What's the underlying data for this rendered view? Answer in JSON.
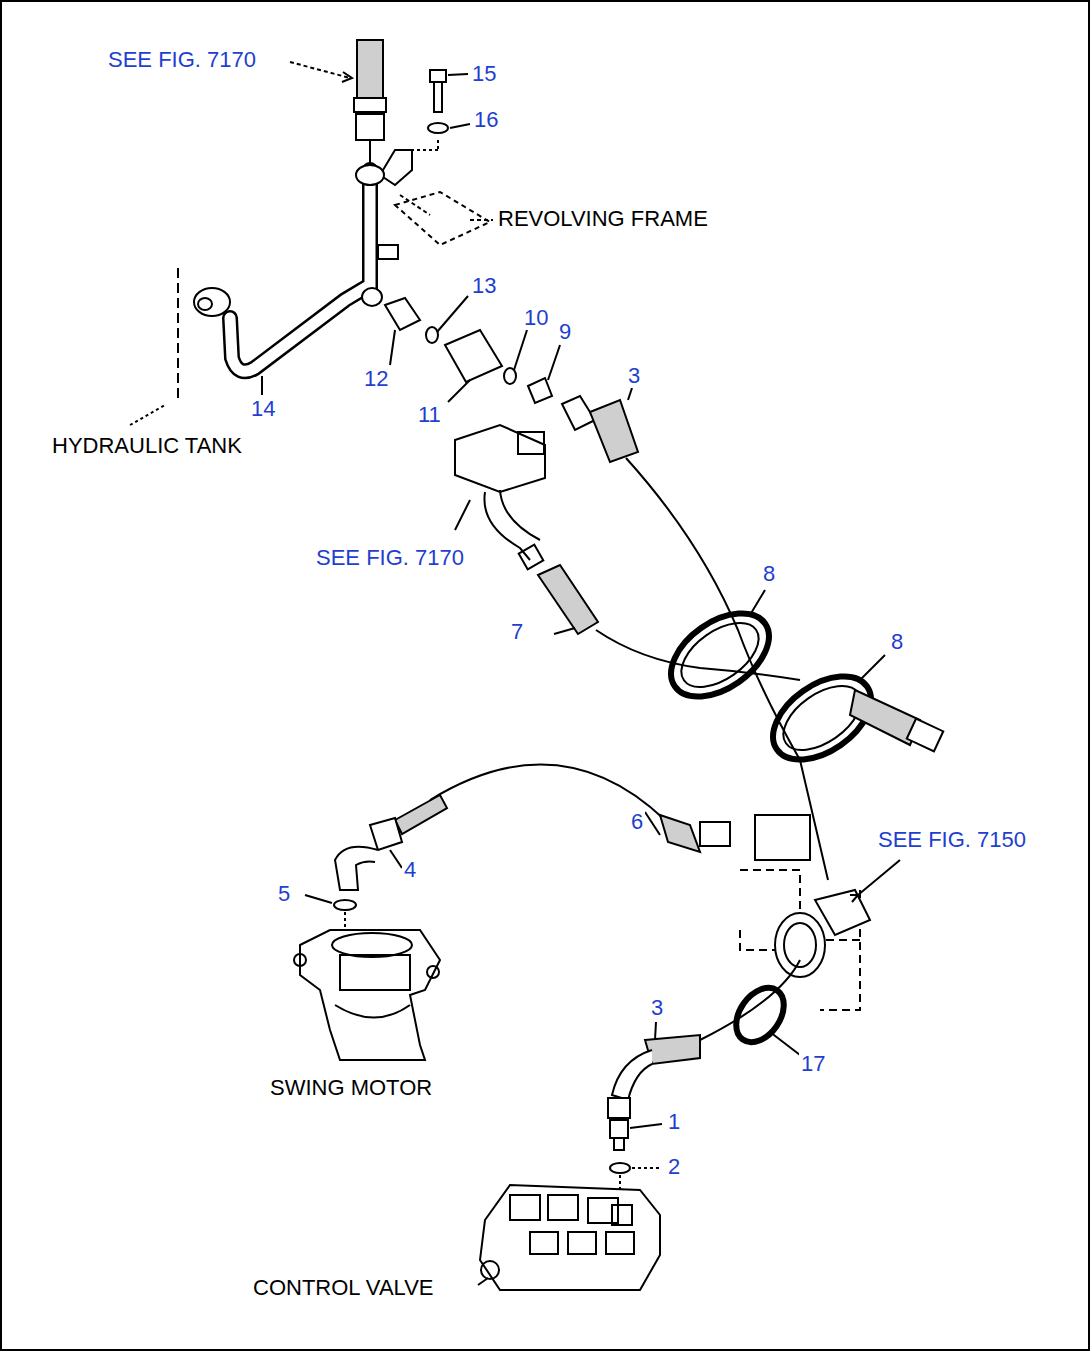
{
  "diagram": {
    "labels": [
      "SEE FIG. 7170",
      "15",
      "16",
      "REVOLVING FRAME",
      "13",
      "10",
      "9",
      "3",
      "12",
      "11",
      "14",
      "HYDRAULIC TANK",
      "SEE FIG. 7170",
      "8",
      "7",
      "8",
      "SEE FIG. 7150",
      "6",
      "4",
      "5",
      "SWING MOTOR",
      "3",
      "17",
      "1",
      "2",
      "CONTROL VALVE"
    ]
  }
}
